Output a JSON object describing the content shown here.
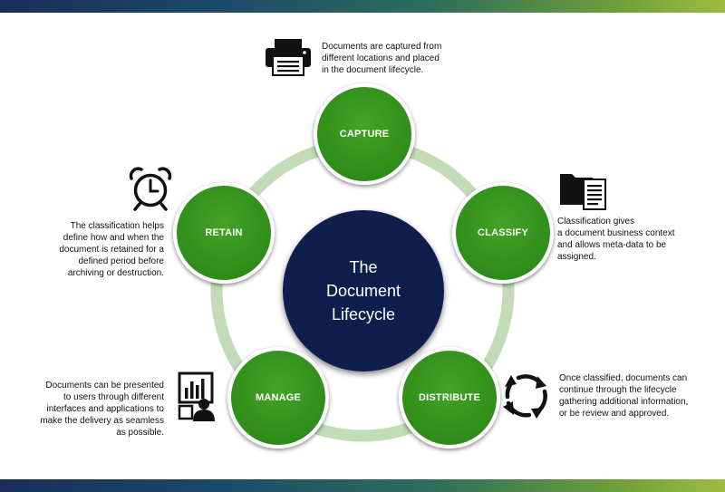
{
  "center": {
    "line1": "The",
    "line2": "Document",
    "line3": "Lifecycle"
  },
  "stages": {
    "capture": {
      "label": "CAPTURE",
      "icon": "printer-icon",
      "desc": [
        "Documents are captured from",
        "different locations and placed",
        "in the document lifecycle."
      ]
    },
    "classify": {
      "label": "CLASSIFY",
      "icon": "folder-document-icon",
      "desc": [
        "Classification gives",
        "a document business context",
        "and allows meta-data to be",
        "assigned."
      ]
    },
    "distribute": {
      "label": "DISTRIBUTE",
      "icon": "cycle-arrows-icon",
      "desc": [
        "Once classified, documents can",
        "continue through the lifecycle",
        "gathering additional information,",
        "or be review and approved."
      ]
    },
    "manage": {
      "label": "MANAGE",
      "icon": "presentation-user-icon",
      "desc": [
        "Documents can be presented",
        "to users through different",
        "interfaces and applications to",
        "make the delivery as seamless",
        "as possible."
      ]
    },
    "retain": {
      "label": "RETAIN",
      "icon": "alarm-clock-icon",
      "desc": [
        "The classification helps",
        "define how and when the",
        "document is retained for a",
        "defined period before",
        "archiving or destruction."
      ]
    }
  },
  "colors": {
    "node": "#2f8d19",
    "center": "#0f1f4d",
    "ring": "#c1dcb6",
    "text": "#111111"
  }
}
